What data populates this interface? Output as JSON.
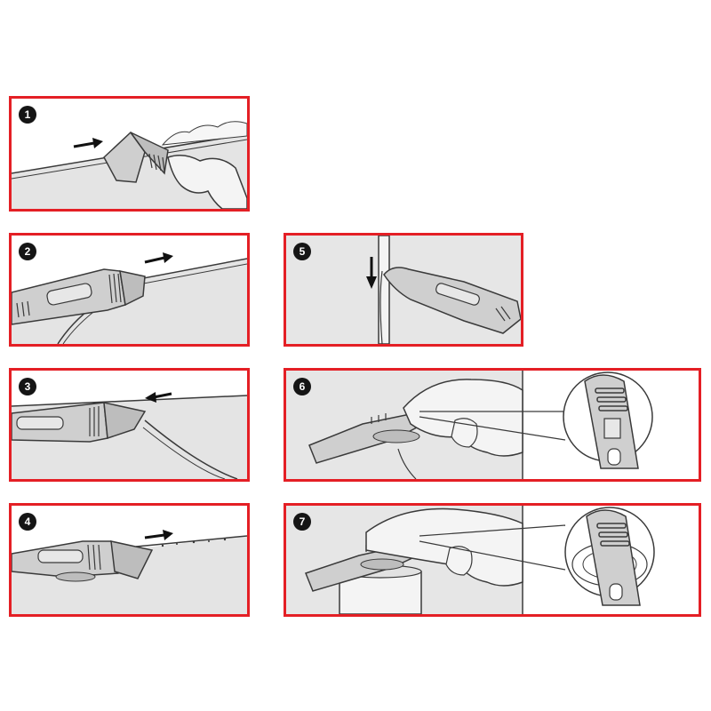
{
  "steps": [
    {
      "number": "1"
    },
    {
      "number": "2"
    },
    {
      "number": "3"
    },
    {
      "number": "4"
    },
    {
      "number": "5"
    },
    {
      "number": "6"
    },
    {
      "number": "7"
    }
  ],
  "colors": {
    "frame": "#e41f25",
    "badge": "#151515",
    "tool_fill": "#c9c9c9",
    "line": "#3a3a3a"
  },
  "icons": {
    "direction": "arrow-icon",
    "badge": "step-number-icon"
  }
}
